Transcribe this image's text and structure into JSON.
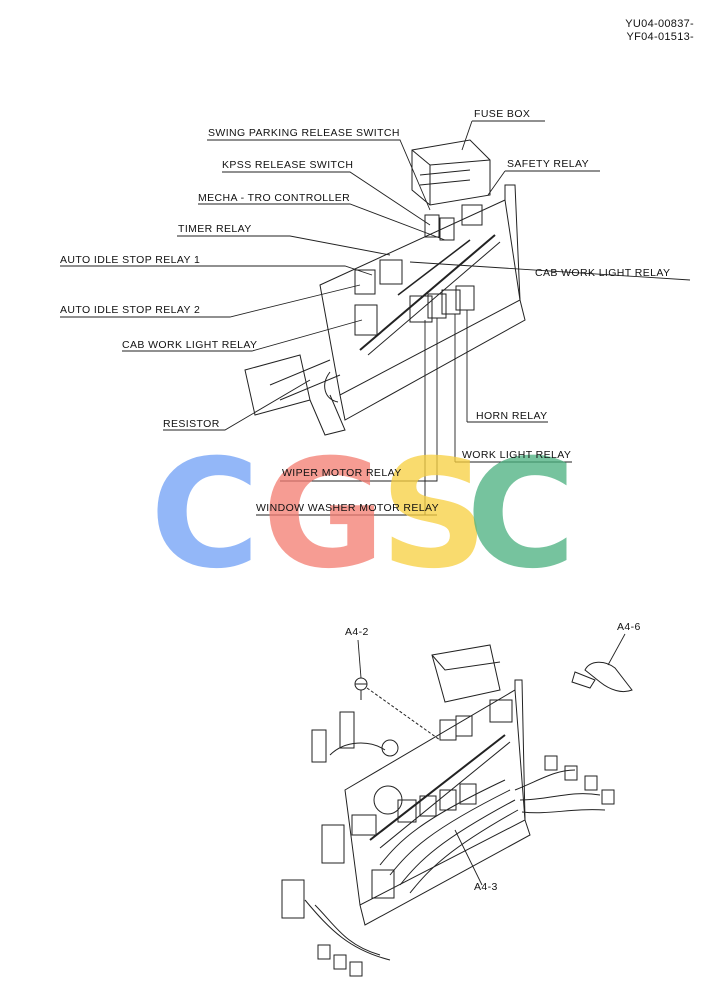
{
  "header": {
    "doc_id_1": "YU04-00837-",
    "doc_id_2": "YF04-01513-"
  },
  "callouts": {
    "fuse_box": "FUSE BOX",
    "swing_parking_release_switch": "SWING PARKING RELEASE SWITCH",
    "safety_relay": "SAFETY RELAY",
    "kpss_release_switch": "KPSS RELEASE SWITCH",
    "mecha_tro_controller": "MECHA - TRO CONTROLLER",
    "timer_relay": "TIMER RELAY",
    "auto_idle_stop_relay_1": "AUTO IDLE STOP RELAY 1",
    "cab_work_light_relay_right": "CAB WORK LIGHT RELAY",
    "auto_idle_stop_relay_2": "AUTO IDLE STOP RELAY 2",
    "cab_work_light_relay_left": "CAB WORK LIGHT RELAY",
    "resistor": "RESISTOR",
    "horn_relay": "HORN  RELAY",
    "work_light_relay": "WORK LIGHT  RELAY",
    "wiper_motor_relay": "WIPER MOTOR RELAY",
    "window_washer_motor_relay": "WINDOW WASHER MOTOR RELAY"
  },
  "parts": {
    "a4_2": "A4-2",
    "a4_6": "A4-6",
    "a4_3": "A4-3"
  },
  "watermark": {
    "letters": [
      "C",
      "G",
      "S",
      "C"
    ],
    "colors": [
      "#6fa0f6",
      "#f47c70",
      "#f8cf3e",
      "#49b07e"
    ]
  }
}
